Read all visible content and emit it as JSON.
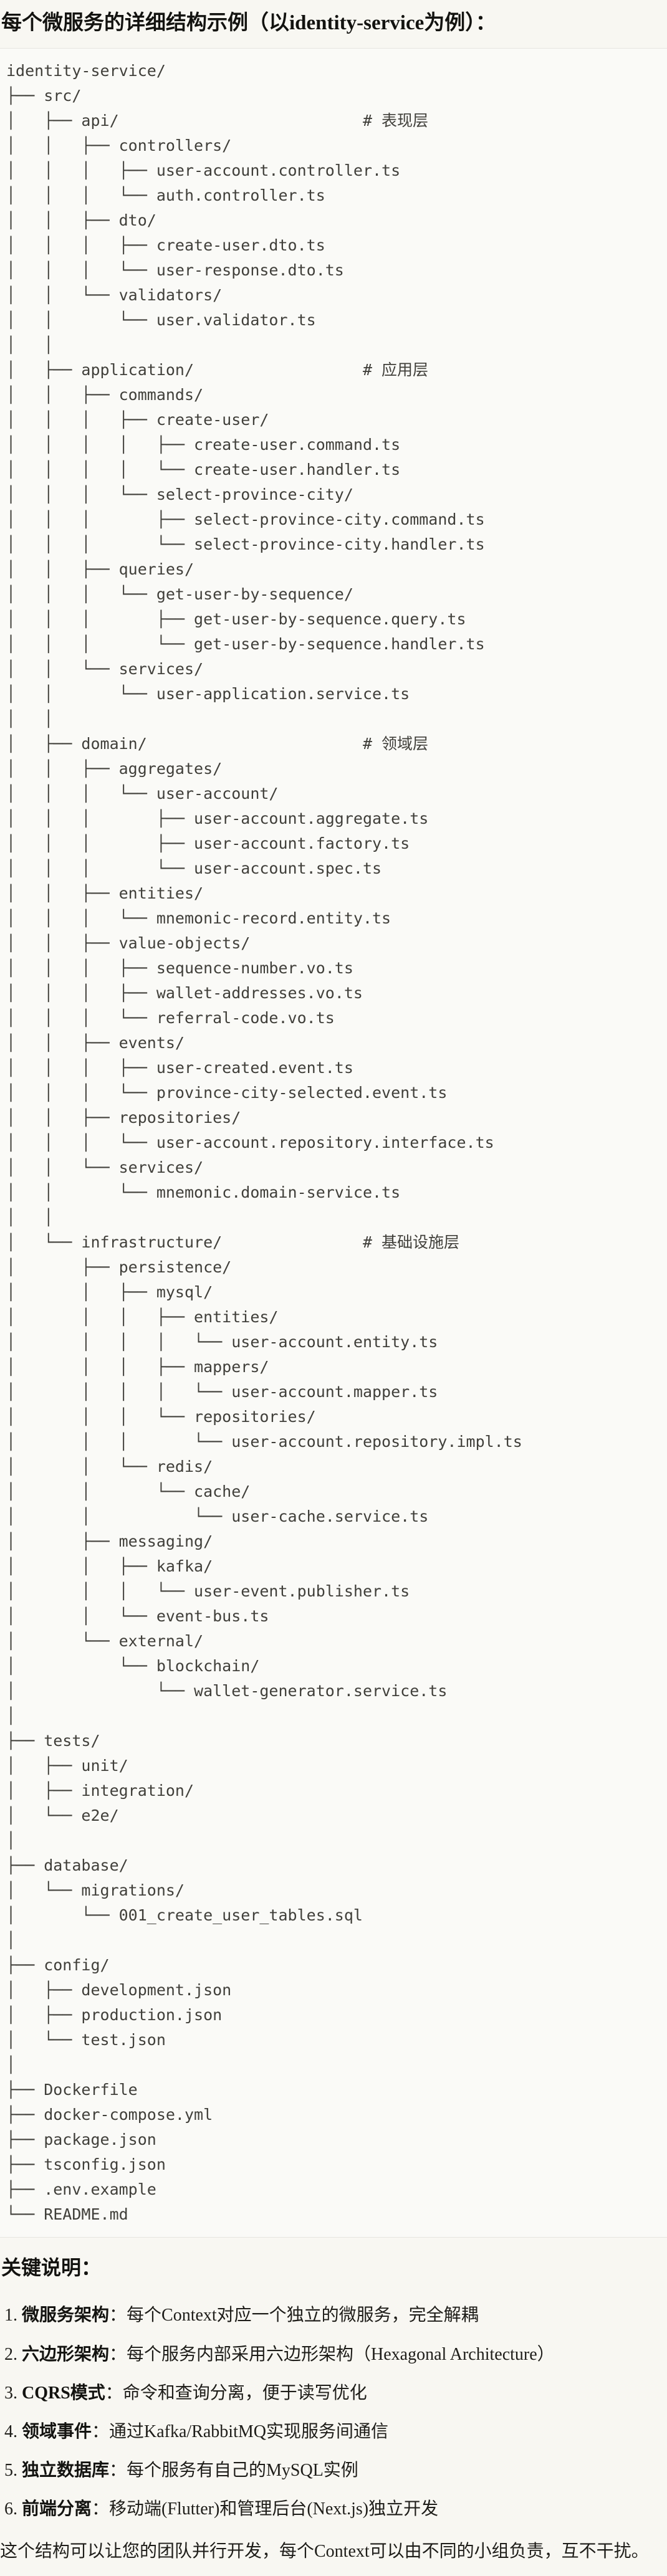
{
  "page": {
    "title": "每个微服务的详细结构示例（以identity-service为例）：",
    "notes_heading": "关键说明：",
    "footer": "这个结构可以让您的团队并行开发，每个Context可以由不同的小组负责，互不干扰。"
  },
  "tree": {
    "lines": [
      "identity-service/",
      "├── src/",
      "│   ├── api/                          # 表现层",
      "│   │   ├── controllers/",
      "│   │   │   ├── user-account.controller.ts",
      "│   │   │   └── auth.controller.ts",
      "│   │   ├── dto/",
      "│   │   │   ├── create-user.dto.ts",
      "│   │   │   └── user-response.dto.ts",
      "│   │   └── validators/",
      "│   │       └── user.validator.ts",
      "│   │",
      "│   ├── application/                  # 应用层",
      "│   │   ├── commands/",
      "│   │   │   ├── create-user/",
      "│   │   │   │   ├── create-user.command.ts",
      "│   │   │   │   └── create-user.handler.ts",
      "│   │   │   └── select-province-city/",
      "│   │   │       ├── select-province-city.command.ts",
      "│   │   │       └── select-province-city.handler.ts",
      "│   │   ├── queries/",
      "│   │   │   └── get-user-by-sequence/",
      "│   │   │       ├── get-user-by-sequence.query.ts",
      "│   │   │       └── get-user-by-sequence.handler.ts",
      "│   │   └── services/",
      "│   │       └── user-application.service.ts",
      "│   │",
      "│   ├── domain/                       # 领域层",
      "│   │   ├── aggregates/",
      "│   │   │   └── user-account/",
      "│   │   │       ├── user-account.aggregate.ts",
      "│   │   │       ├── user-account.factory.ts",
      "│   │   │       └── user-account.spec.ts",
      "│   │   ├── entities/",
      "│   │   │   └── mnemonic-record.entity.ts",
      "│   │   ├── value-objects/",
      "│   │   │   ├── sequence-number.vo.ts",
      "│   │   │   ├── wallet-addresses.vo.ts",
      "│   │   │   └── referral-code.vo.ts",
      "│   │   ├── events/",
      "│   │   │   ├── user-created.event.ts",
      "│   │   │   └── province-city-selected.event.ts",
      "│   │   ├── repositories/",
      "│   │   │   └── user-account.repository.interface.ts",
      "│   │   └── services/",
      "│   │       └── mnemonic.domain-service.ts",
      "│   │",
      "│   └── infrastructure/               # 基础设施层",
      "│       ├── persistence/",
      "│       │   ├── mysql/",
      "│       │   │   ├── entities/",
      "│       │   │   │   └── user-account.entity.ts",
      "│       │   │   ├── mappers/",
      "│       │   │   │   └── user-account.mapper.ts",
      "│       │   │   └── repositories/",
      "│       │   │       └── user-account.repository.impl.ts",
      "│       │   └── redis/",
      "│       │       └── cache/",
      "│       │           └── user-cache.service.ts",
      "│       ├── messaging/",
      "│       │   ├── kafka/",
      "│       │   │   └── user-event.publisher.ts",
      "│       │   └── event-bus.ts",
      "│       └── external/",
      "│           └── blockchain/",
      "│               └── wallet-generator.service.ts",
      "│",
      "├── tests/",
      "│   ├── unit/",
      "│   ├── integration/",
      "│   └── e2e/",
      "│",
      "├── database/",
      "│   └── migrations/",
      "│       └── 001_create_user_tables.sql",
      "│",
      "├── config/",
      "│   ├── development.json",
      "│   ├── production.json",
      "│   └── test.json",
      "│",
      "├── Dockerfile",
      "├── docker-compose.yml",
      "├── package.json",
      "├── tsconfig.json",
      "├── .env.example",
      "└── README.md"
    ]
  },
  "notes": {
    "items": [
      {
        "num": "1.",
        "label": "微服务架构",
        "desc": "：每个Context对应一个独立的微服务，完全解耦"
      },
      {
        "num": "2.",
        "label": "六边形架构",
        "desc": "：每个服务内部采用六边形架构（Hexagonal Architecture）"
      },
      {
        "num": "3.",
        "label": "CQRS模式",
        "desc": "：命令和查询分离，便于读写优化"
      },
      {
        "num": "4.",
        "label": "领域事件",
        "desc": "：通过Kafka/RabbitMQ实现服务间通信"
      },
      {
        "num": "5.",
        "label": "独立数据库",
        "desc": "：每个服务有自己的MySQL实例"
      },
      {
        "num": "6.",
        "label": "前端分离",
        "desc": "：移动端(Flutter)和管理后台(Next.js)独立开发"
      }
    ]
  }
}
